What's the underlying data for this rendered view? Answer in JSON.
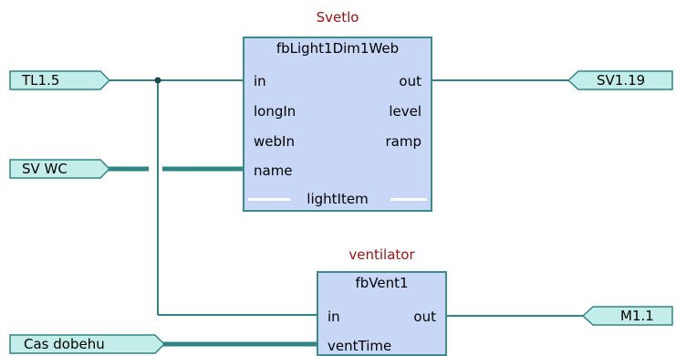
{
  "tags": {
    "tl15": "TL1.5",
    "svwc": "SV WC",
    "casdobehu": "Cas dobehu",
    "sv119": "SV1.19",
    "m11": "M1.1"
  },
  "blocks": {
    "svetlo": {
      "instance": "Svetlo",
      "type": "fbLight1Dim1Web",
      "inputs": [
        "in",
        "longIn",
        "webIn",
        "name"
      ],
      "outputs": [
        "out",
        "level",
        "ramp"
      ],
      "inout": "lightItem"
    },
    "ventilator": {
      "instance": "ventilator",
      "type": "fbVent1",
      "inputs": [
        "in",
        "ventTime"
      ],
      "outputs": [
        "out"
      ]
    }
  },
  "colors": {
    "wire": "#2f8585",
    "tag_fill": "#c2ede8",
    "block_fill": "#c7d7f5",
    "instance_name": "#a01010"
  }
}
